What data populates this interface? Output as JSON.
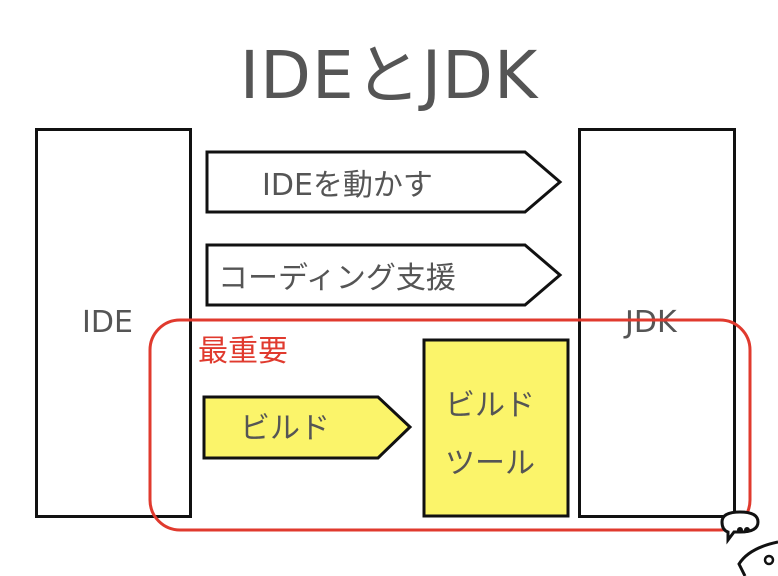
{
  "title": "IDEとJDK",
  "ide_label": "IDE",
  "jdk_label": "JDK",
  "arrows": [
    "IDEを動かす",
    "コーディング支援",
    "ビルド"
  ],
  "highlight_label": "最重要",
  "build_tool": [
    "ビルド",
    "ツール"
  ],
  "colors": {
    "highlight": "#e03a2e",
    "yellow": "#fbf46a"
  }
}
